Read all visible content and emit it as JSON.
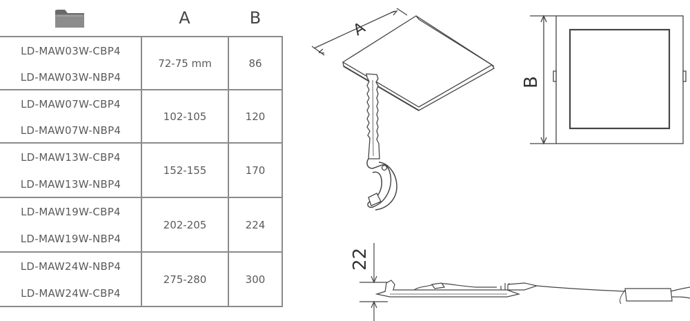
{
  "table": {
    "header": {
      "icon": "folder-icon",
      "col_a": "A",
      "col_b": "B"
    },
    "groups": [
      {
        "models": [
          "LD-MAW03W-CBP4",
          "LD-MAW03W-NBP4"
        ],
        "a": "72-75 mm",
        "b": "86"
      },
      {
        "models": [
          "LD-MAW07W-CBP4",
          "LD-MAW07W-NBP4"
        ],
        "a": "102-105",
        "b": "120"
      },
      {
        "models": [
          "LD-MAW13W-CBP4",
          "LD-MAW13W-NBP4"
        ],
        "a": "152-155",
        "b": "170"
      },
      {
        "models": [
          "LD-MAW19W-CBP4",
          "LD-MAW19W-NBP4"
        ],
        "a": "202-205",
        "b": "224"
      },
      {
        "models": [
          "LD-MAW24W-NBP4",
          "LD-MAW24W-CBP4"
        ],
        "a": "275-280",
        "b": "300"
      }
    ]
  },
  "drawings": {
    "cutout_label": "A",
    "panel_label": "B",
    "height_label": "22"
  }
}
